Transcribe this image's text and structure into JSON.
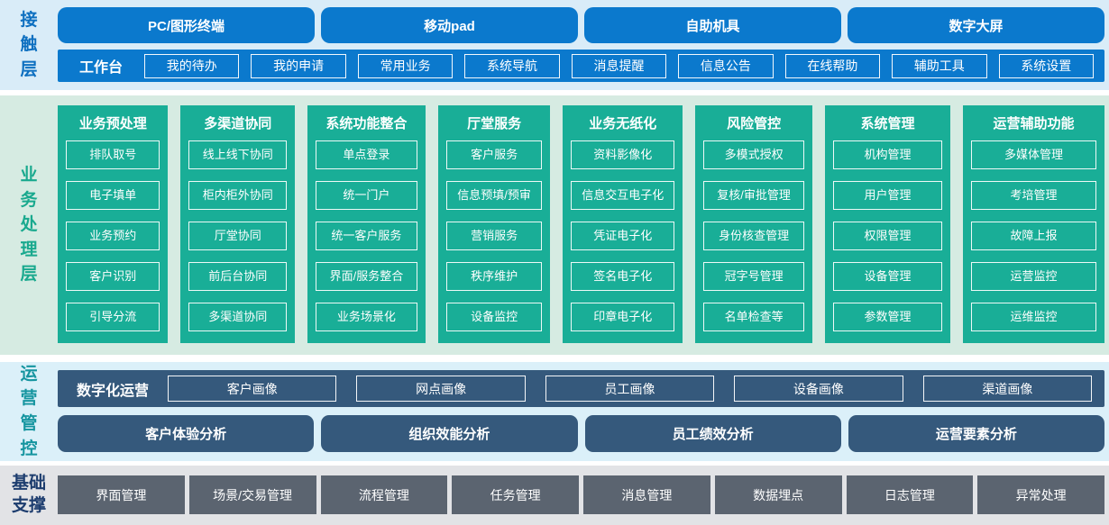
{
  "colors": {
    "accent_blue": "#0b79cd",
    "accent_green": "#19ae97",
    "accent_slate": "#35597c",
    "accent_gray": "#5b6470",
    "contact_band_bg": "#d9ecf8",
    "business_band_bg": "#d6ebe2",
    "ops_band_bg": "#dbf0f9",
    "foundation_band_bg": "#e2e3e6"
  },
  "contact_layer": {
    "label": "接触层",
    "terminals": [
      "PC/图形终端",
      "移动pad",
      "自助机具",
      "数字大屏"
    ],
    "workbench": {
      "label": "工作台",
      "items": [
        "我的待办",
        "我的申请",
        "常用业务",
        "系统导航",
        "消息提醒",
        "信息公告",
        "在线帮助",
        "辅助工具",
        "系统设置"
      ]
    }
  },
  "business_layer": {
    "label": "业务处理层",
    "columns": [
      {
        "title": "业务预处理",
        "items": [
          "排队取号",
          "电子填单",
          "业务预约",
          "客户识别",
          "引导分流"
        ]
      },
      {
        "title": "多渠道协同",
        "items": [
          "线上线下协同",
          "柜内柜外协同",
          "厅堂协同",
          "前后台协同",
          "多渠道协同"
        ]
      },
      {
        "title": "系统功能整合",
        "items": [
          "单点登录",
          "统一门户",
          "统一客户服务",
          "界面/服务整合",
          "业务场景化"
        ]
      },
      {
        "title": "厅堂服务",
        "items": [
          "客户服务",
          "信息预填/预审",
          "营销服务",
          "秩序维护",
          "设备监控"
        ]
      },
      {
        "title": "业务无纸化",
        "items": [
          "资料影像化",
          "信息交互电子化",
          "凭证电子化",
          "签名电子化",
          "印章电子化"
        ]
      },
      {
        "title": "风险管控",
        "items": [
          "多模式授权",
          "复核/审批管理",
          "身份核查管理",
          "冠字号管理",
          "名单检查等"
        ]
      },
      {
        "title": "系统管理",
        "items": [
          "机构管理",
          "用户管理",
          "权限管理",
          "设备管理",
          "参数管理"
        ]
      },
      {
        "title": "运营辅助功能",
        "items": [
          "多媒体管理",
          "考培管理",
          "故障上报",
          "运营监控",
          "运维监控"
        ]
      }
    ]
  },
  "operations_layer": {
    "label": "运营管控",
    "digital_ops": {
      "label": "数字化运营",
      "items": [
        "客户画像",
        "网点画像",
        "员工画像",
        "设备画像",
        "渠道画像"
      ]
    },
    "analysis": [
      "客户体验分析",
      "组织效能分析",
      "员工绩效分析",
      "运营要素分析"
    ]
  },
  "foundation_layer": {
    "label": "基础支撑",
    "items": [
      "界面管理",
      "场景/交易管理",
      "流程管理",
      "任务管理",
      "消息管理",
      "数据埋点",
      "日志管理",
      "异常处理"
    ]
  }
}
